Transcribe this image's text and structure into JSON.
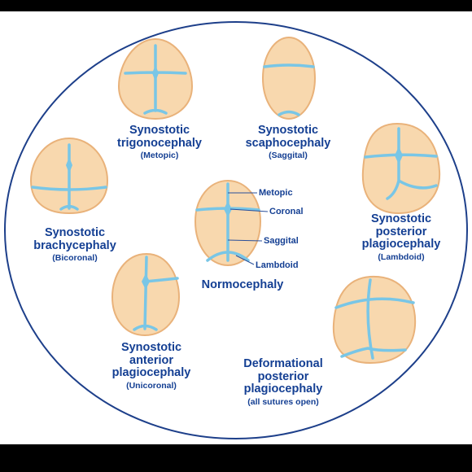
{
  "colors": {
    "background": "#000000",
    "panel": "#ffffff",
    "panel_border": "#1d3f8a",
    "skull_fill": "#f8d8ae",
    "skull_outline": "#e9b27a",
    "suture": "#79c6e6",
    "label_text": "#143f93",
    "leader_line": "#2a4f9a"
  },
  "skulls": [
    {
      "id": "trigonocephaly",
      "title": [
        "Synostotic",
        "trigonocephaly"
      ],
      "suture": "(Metopic)"
    },
    {
      "id": "scaphocephaly",
      "title": [
        "Synostotic",
        "scaphocephaly"
      ],
      "suture": "(Saggital)"
    },
    {
      "id": "brachycephaly",
      "title": [
        "Synostotic",
        "brachycephaly"
      ],
      "suture": "(Bicoronal)"
    },
    {
      "id": "posterior-plagiocephaly",
      "title": [
        "Synostotic",
        "posterior",
        "plagiocephaly"
      ],
      "suture": "(Lambdoid)"
    },
    {
      "id": "anterior-plagiocephaly",
      "title": [
        "Synostotic",
        "anterior",
        "plagiocephaly"
      ],
      "suture": "(Unicoronal)"
    },
    {
      "id": "deformational",
      "title": [
        "Deformational",
        "posterior",
        "plagiocephaly"
      ],
      "suture": "(all sutures open)"
    }
  ],
  "center": {
    "title": "Normocephaly",
    "sutures": [
      "Metopic",
      "Coronal",
      "Saggital",
      "Lambdoid"
    ]
  }
}
